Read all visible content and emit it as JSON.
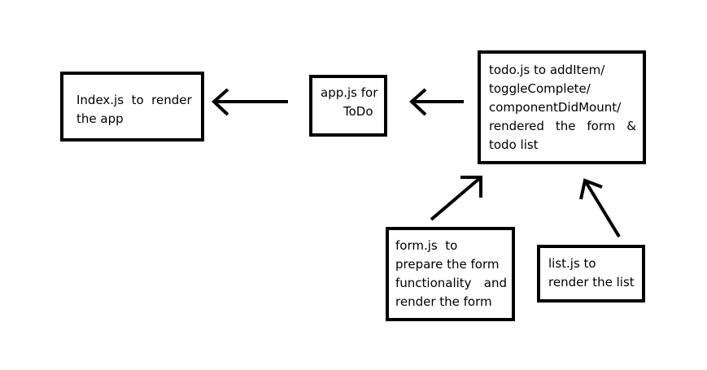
{
  "nodes": {
    "index": {
      "lines": [
        "Index.js  to  render",
        "the app"
      ]
    },
    "app": {
      "lines": [
        "app.js for",
        "ToDo"
      ]
    },
    "todo": {
      "lines": [
        "todo.js to addItem/",
        "toggleComplete/",
        "componentDidMount/"
      ],
      "justified_line": [
        "rendered",
        "the",
        "form",
        "&"
      ],
      "last_line": "todo list"
    },
    "form": {
      "lines": [
        "form.js  to",
        "prepare the form"
      ],
      "justified_line": [
        "functionality",
        "and"
      ],
      "last_line": "render the form"
    },
    "list": {
      "lines": [
        "list.js to",
        "render the list"
      ]
    }
  },
  "colors": {
    "stroke": "#000000",
    "background": "#ffffff"
  }
}
